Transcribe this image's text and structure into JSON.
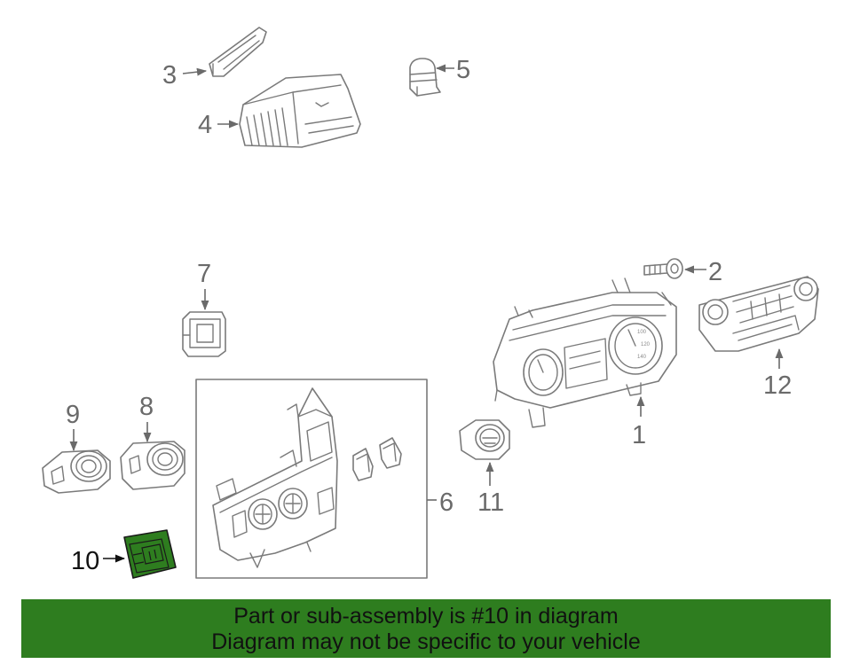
{
  "diagram": {
    "callouts": {
      "c1": "1",
      "c2": "2",
      "c3": "3",
      "c4": "4",
      "c5": "5",
      "c6": "6",
      "c7": "7",
      "c8": "8",
      "c9": "9",
      "c10": "10",
      "c11": "11",
      "c12": "12"
    },
    "highlighted_part": "10",
    "highlight_color": "#2e7d1f",
    "line_color": "#7a7a7a"
  },
  "banner": {
    "line1": "Part or sub-assembly is #10 in diagram",
    "line2": "Diagram may not be specific to your vehicle",
    "background": "#2e7d1f"
  }
}
